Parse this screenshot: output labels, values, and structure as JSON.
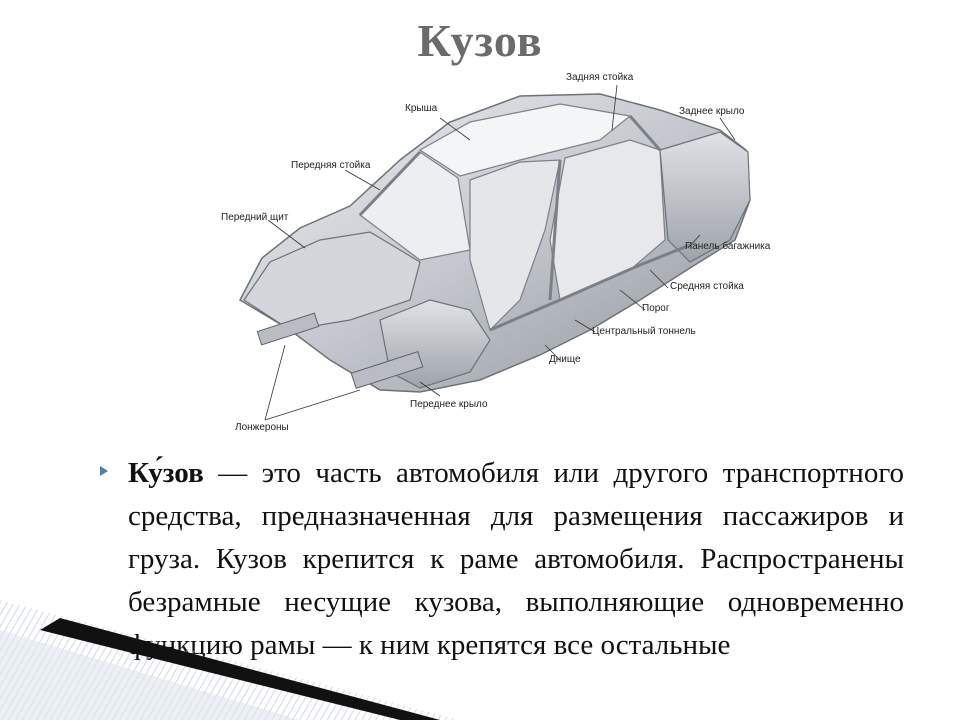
{
  "slide": {
    "title": "Кузов"
  },
  "diagram": {
    "labels": {
      "rear_pillar": "Задняя стойка",
      "roof": "Крыша",
      "rear_wing": "Заднее крыло",
      "front_pillar": "Передняя стойка",
      "front_panel": "Передний щит",
      "trunk_panel": "Панель багажника",
      "middle_pillar": "Средняя стойка",
      "sill": "Порог",
      "central_tunnel": "Центральный тоннель",
      "floor": "Днище",
      "front_wing": "Переднее крыло",
      "side_members": "Лонжероны"
    }
  },
  "bullet": {
    "term": "Ку́зов",
    "dash": " —",
    "text_1": " это часть автомобиля или другого транспортного средства, предназначенная для размещения пассажиров и груза. Кузов крепится к раме автомобиля. Распространены безрамные несущие кузова, выполняющие одновременно функцию рамы — к ним крепятся все остальные"
  },
  "colors": {
    "title": "#6b6b6b",
    "bullet_marker": "#4a7fb0",
    "body_metal": "#c9ccd1"
  }
}
